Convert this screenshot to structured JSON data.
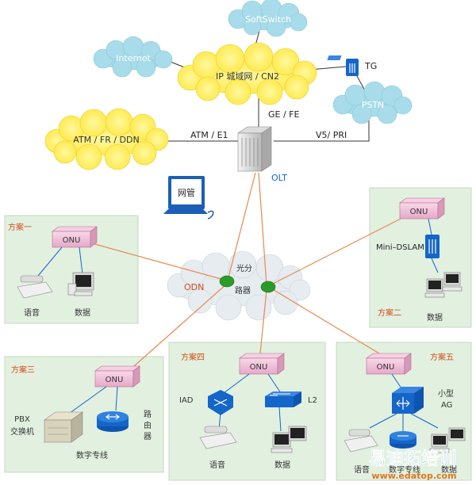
{
  "clouds": {
    "softswitch": "SoftSwitch",
    "internet": "Internet",
    "ip_network": "IP 城域网 / CN2",
    "pstn": "PSTN",
    "atm": "ATM / FR / DDN",
    "odn": "ODN"
  },
  "devices": {
    "tg": "TG",
    "olt": "OLT",
    "nms": "网管",
    "splitter": "光分\n路器"
  },
  "links": {
    "ge_fe": "GE / FE",
    "atm_e1": "ATM / E1",
    "v5_pri": "V5/ PRI"
  },
  "schemes": {
    "s1": {
      "title": "方案一",
      "onu": "ONU",
      "voice": "语音",
      "data": "数据"
    },
    "s2": {
      "title": "方案二",
      "onu": "ONU",
      "dslam": "Mini–DSLAM",
      "data": "数据"
    },
    "s3": {
      "title": "方案三",
      "onu": "ONU",
      "pbx": "PBX\n交换机",
      "router": "路\n由\n器",
      "line": "数字专线"
    },
    "s4": {
      "title": "方案四",
      "onu": "ONU",
      "iad": "IAD",
      "l2": "L2",
      "voice": "语音",
      "data": "数据"
    },
    "s5": {
      "title": "方案五",
      "onu": "ONU",
      "ag": "小型\nAG",
      "voice": "语音",
      "line": "数字专线",
      "data": "数据"
    }
  },
  "watermark": {
    "brand": "易迪拓培训",
    "url": "www.edatop.com"
  },
  "colors": {
    "cloud": "#a8dcea",
    "ip_cloud": "#ffef5a",
    "panel": "#e2f0e0",
    "onu": "#f0c0d8",
    "link_orange": "#e8884e",
    "splitter": "#2a9a2a",
    "blue_device": "#1466c8",
    "scheme_title": "#d24c16"
  }
}
